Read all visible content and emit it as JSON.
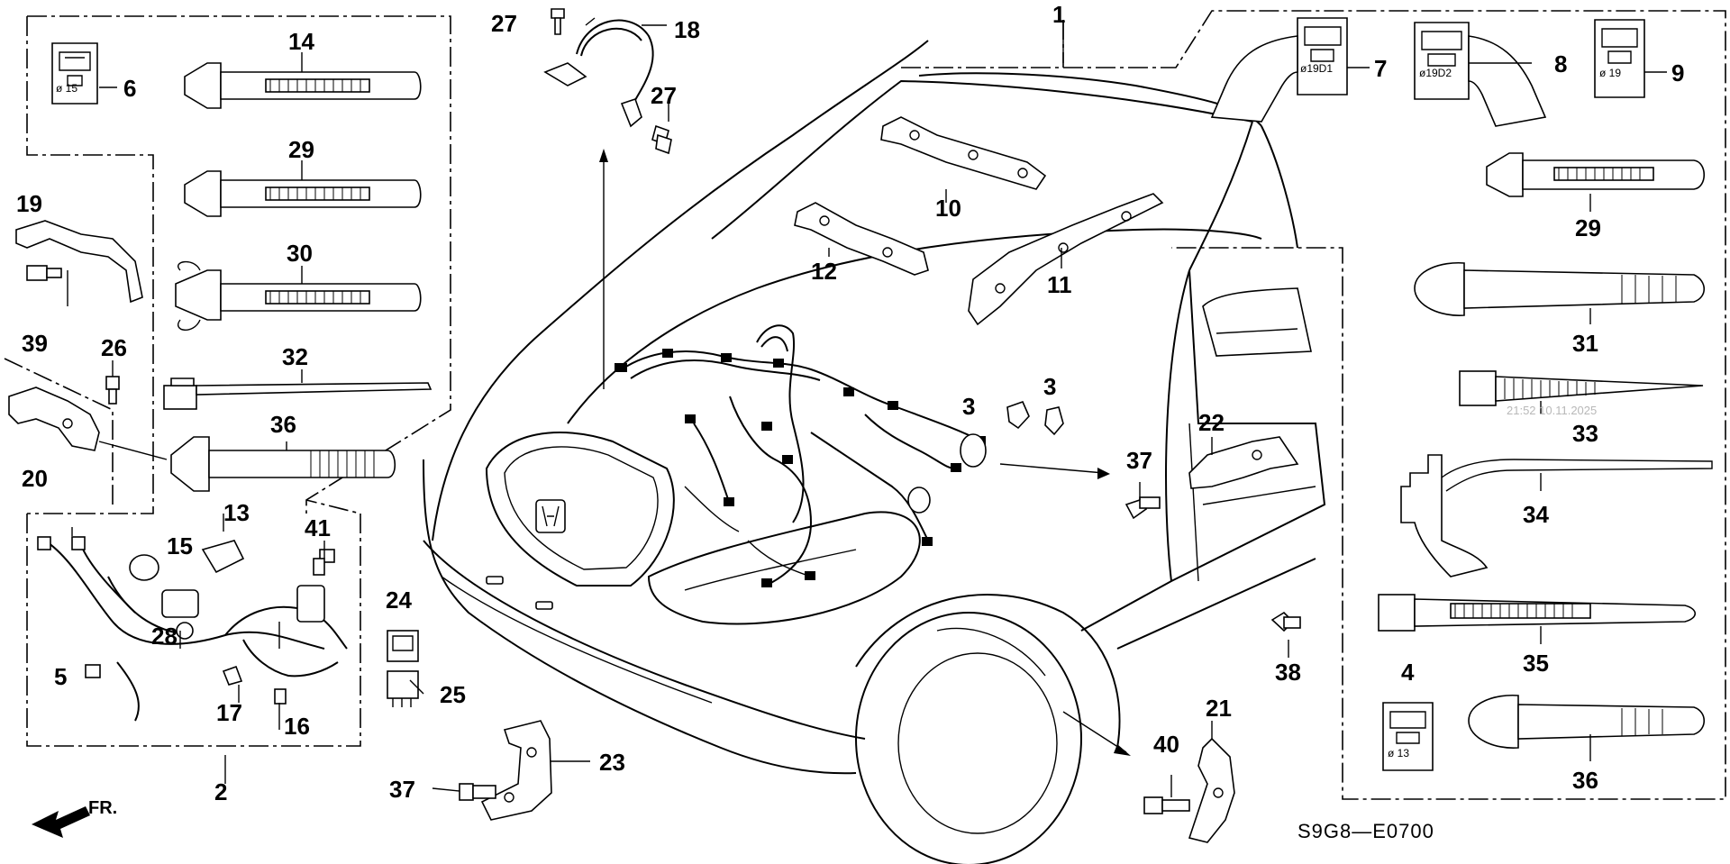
{
  "diagram": {
    "callouts": {
      "p1": "1",
      "p2": "2",
      "p3a": "3",
      "p3b": "3",
      "p4": "4",
      "p5": "5",
      "p6": "6",
      "p7": "7",
      "p8": "8",
      "p9": "9",
      "p10": "10",
      "p11": "11",
      "p12": "12",
      "p13": "13",
      "p14": "14",
      "p15": "15",
      "p16": "16",
      "p17": "17",
      "p18": "18",
      "p19": "19",
      "p20": "20",
      "p21": "21",
      "p22": "22",
      "p23": "23",
      "p24": "24",
      "p25": "25",
      "p26": "26",
      "p27a": "27",
      "p27b": "27",
      "p28": "28",
      "p29a": "29",
      "p29b": "29",
      "p30": "30",
      "p31": "31",
      "p32": "32",
      "p33": "33",
      "p34": "34",
      "p35": "35",
      "p36a": "36",
      "p36b": "36",
      "p37a": "37",
      "p37b": "37",
      "p38": "38",
      "p39": "39",
      "p40": "40",
      "p41": "41"
    },
    "diameter_labels": {
      "d6": "ø 15",
      "d7": "ø19D1",
      "d8": "ø19D2",
      "d9": "ø 19",
      "d4": "ø 13"
    },
    "diagram_code": "S9G8—E0700",
    "direction_label": "FR.",
    "timestamp": "21:52 10.11.2025",
    "icons": [
      "front-direction-arrow-icon",
      "grommet-icon",
      "cable-tie-icon",
      "bolt-icon",
      "relay-icon",
      "bracket-icon"
    ]
  }
}
